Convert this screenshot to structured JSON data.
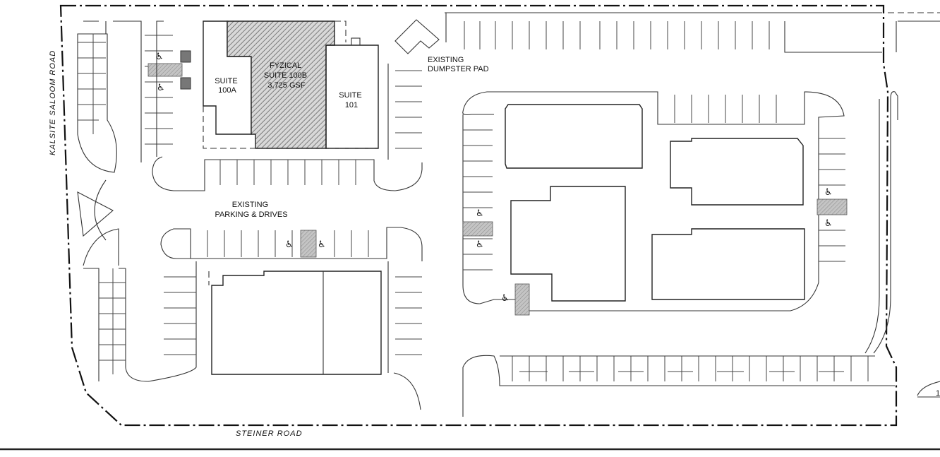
{
  "roads": {
    "west": "KALSITE SALOOM ROAD",
    "south": "STEINER ROAD"
  },
  "suites": {
    "suite_100a": [
      "SUITE",
      "100A"
    ],
    "suite_100b": [
      "FYZICAL",
      "SUITE 100B",
      "3,725 GSF"
    ],
    "suite_101": [
      "SUITE",
      "101"
    ]
  },
  "labels": {
    "dumpster": [
      "EXISTING",
      "DUMPSTER PAD"
    ],
    "parking": [
      "EXISTING",
      "PARKING & DRIVES"
    ],
    "corner_number": "1"
  },
  "icons": {
    "accessible": "♿"
  },
  "colors": {
    "highlight_fill": "#b3b3b3",
    "hatch_fill": "#9a9a9a",
    "line": "#333333"
  }
}
